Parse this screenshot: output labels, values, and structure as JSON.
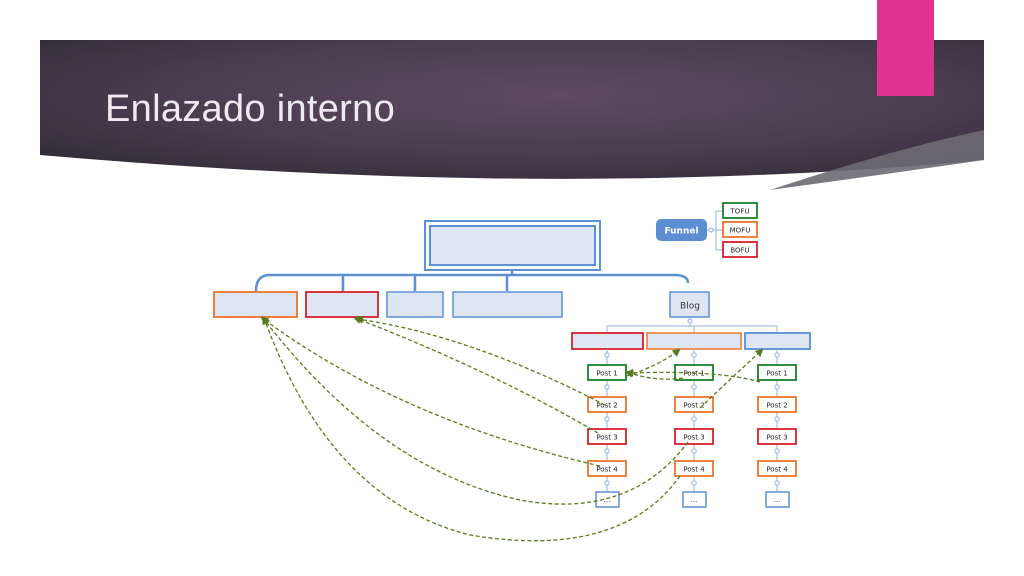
{
  "slide": {
    "title": "Enlazado interno"
  },
  "diagram": {
    "funnel": {
      "label": "Funnel",
      "stages": [
        "TOFU",
        "MOFU",
        "BOFU"
      ]
    },
    "blog_label": "Blog",
    "posts": [
      "Post 1",
      "Post 2",
      "Post 3",
      "Post 4",
      "..."
    ]
  },
  "colors": {
    "tofu": "#1a7f2c",
    "mofu": "#ee7328",
    "bofu": "#d7202a",
    "blue": "#5b8fd6",
    "box_fill": "#dde6f2",
    "funnel_fill": "#5d8ed4",
    "arrow": "#5a7a1f"
  }
}
